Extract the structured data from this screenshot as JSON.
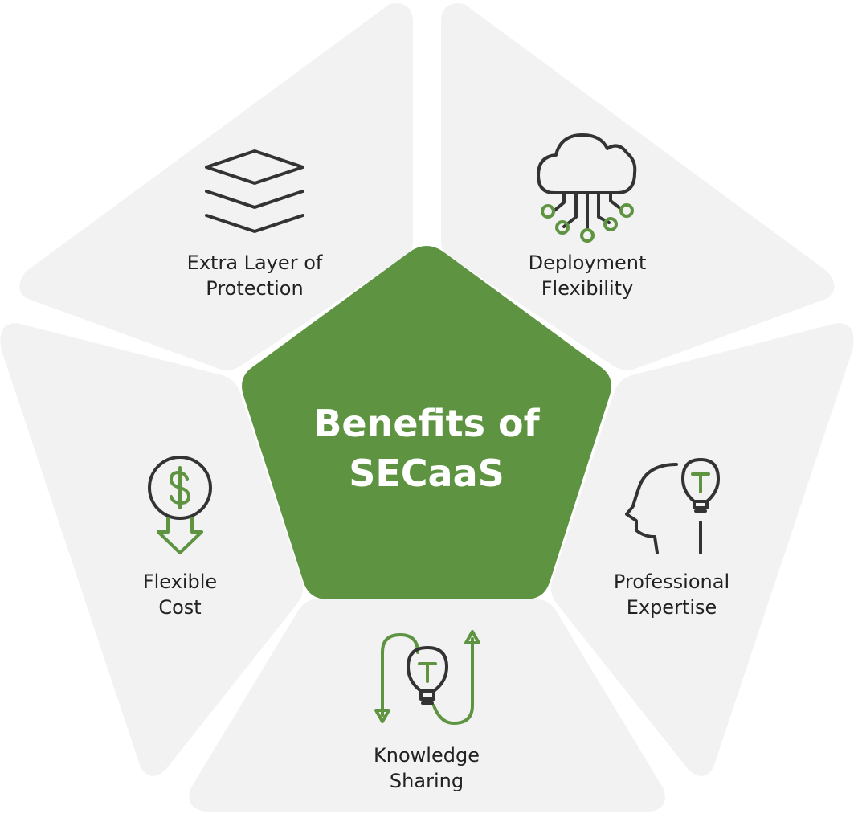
{
  "colors": {
    "center": "#5e9441",
    "segment": "#f2f2f2",
    "icon_dark": "#333333",
    "icon_accent": "#5e9441"
  },
  "center": {
    "line1": "Benefits of",
    "line2": "SECaaS"
  },
  "segments": [
    {
      "line1": "Extra Layer of",
      "line2": "Protection",
      "icon": "layers-icon"
    },
    {
      "line1": "Deployment",
      "line2": "Flexibility",
      "icon": "cloud-network-icon"
    },
    {
      "line1": "Professional",
      "line2": "Expertise",
      "icon": "head-lightbulb-icon"
    },
    {
      "line1": "Knowledge",
      "line2": "Sharing",
      "icon": "lightbulb-cycle-icon"
    },
    {
      "line1": "Flexible",
      "line2": "Cost",
      "icon": "dollar-down-icon"
    }
  ]
}
